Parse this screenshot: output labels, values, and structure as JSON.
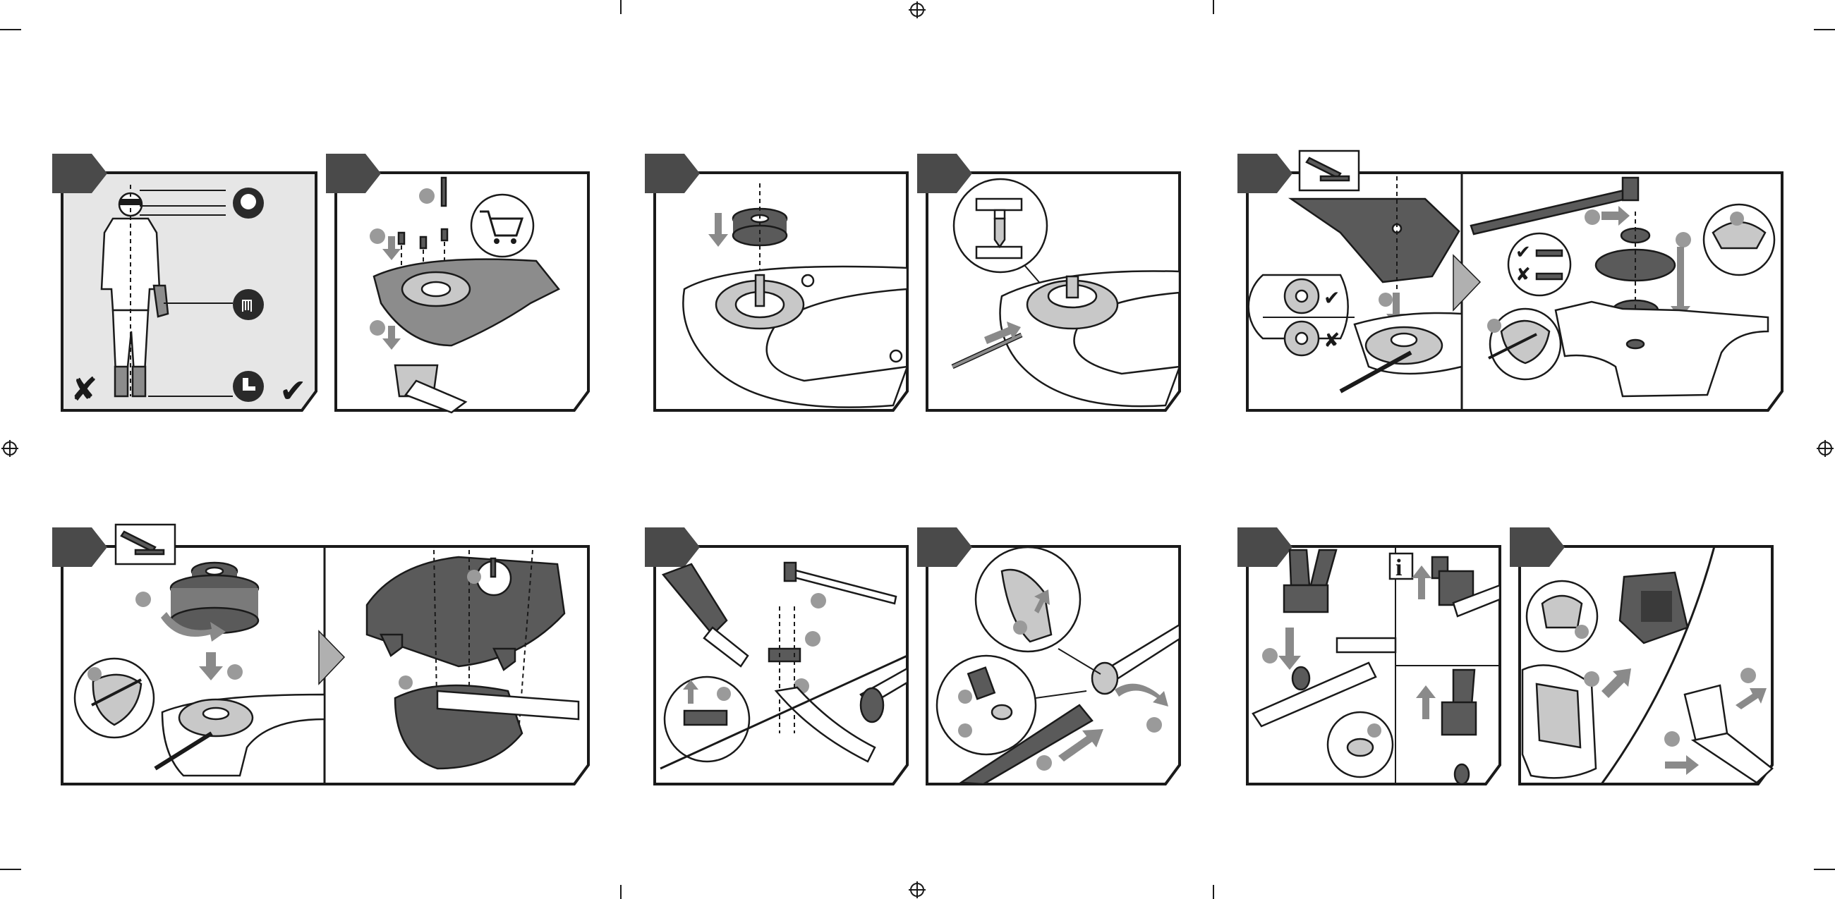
{
  "sheet": {
    "title": "",
    "info_label": "i",
    "check_mark": "✔",
    "cross_mark": "✘"
  },
  "panels": [
    {
      "id": "p1",
      "content": "safety-equipment"
    },
    {
      "id": "p2",
      "content": "guard-screws"
    },
    {
      "id": "p3",
      "content": "spacer-on-shaft"
    },
    {
      "id": "p4",
      "content": "guard-pin-lock"
    },
    {
      "id": "p5",
      "content": "blade-fitting-with-tool"
    },
    {
      "id": "p6",
      "content": "spool-head-with-tool"
    },
    {
      "id": "p7",
      "content": "handle-clamp"
    },
    {
      "id": "p8",
      "content": "shaft-coupling"
    },
    {
      "id": "p9",
      "content": "harness-hook-info"
    },
    {
      "id": "p10",
      "content": "battery-insertion"
    }
  ],
  "colors": {
    "frame": "#1a1a1a",
    "tab": "#4a4a4a",
    "shade": "#e6e6e6",
    "arrow": "#8a8a8a",
    "callout": "#9a9a9a"
  }
}
